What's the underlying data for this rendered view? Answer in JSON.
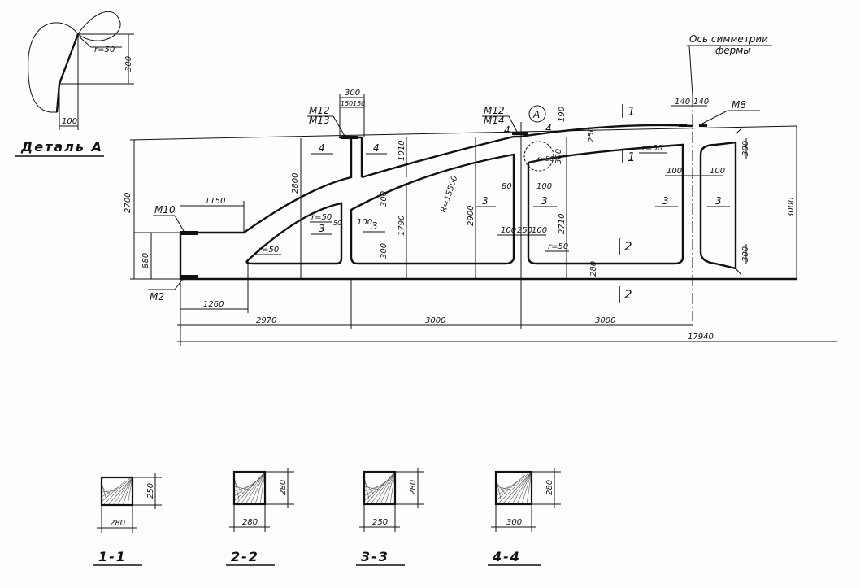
{
  "detail_a": {
    "title": "Деталь А",
    "radius": "r=50",
    "dim_height": "300",
    "dim_width": "100"
  },
  "symmetry_axis": {
    "line1": "Ось симметрии",
    "line2": "фермы"
  },
  "marks": {
    "m12_left": "М12",
    "m13": "М13",
    "m12_right": "М12",
    "m14": "М14",
    "m8": "М8",
    "m10": "М10",
    "m2": "М2",
    "node_a": "А"
  },
  "section_cuts": {
    "cut1_top": "1",
    "cut1_bottom": "1",
    "cut2_top": "2",
    "cut2_bottom": "2"
  },
  "element_numbers": {
    "n4_a": "4",
    "n4_b": "4",
    "n4_c": "4",
    "n4_d": "4",
    "n3_a": "3",
    "n3_b": "3",
    "n3_c": "3",
    "n3_d": "3",
    "n3_e": "3",
    "n3_f": "3"
  },
  "dimensions": {
    "d300_top": "300",
    "d150_a": "150",
    "d150_b": "150",
    "d140_a": "140",
    "d140_b": "140",
    "d190": "190",
    "d250": "250",
    "d2700": "2700",
    "d880": "880",
    "d1150": "1150",
    "d2800": "2800",
    "d1010": "1010",
    "d1790": "1790",
    "d2900": "2900",
    "d2710": "2710",
    "d3000_right": "3000",
    "d300_r1": "300",
    "d300_r2": "300",
    "d100_r1": "100",
    "d100_r2": "100",
    "d100_a": "100",
    "d100_b": "100",
    "d100_c": "100",
    "d100_d": "100",
    "d80": "80",
    "d300_i1": "300",
    "d300_i2": "300",
    "d300_i3": "300",
    "d50": "50",
    "d250b": "250",
    "d280": "280",
    "radius_r15500": "R=15500",
    "r50_a": "r=50",
    "r50_b": "r=50",
    "r50_c": "r=50",
    "r50_d": "r=50",
    "r50_e": "r=50",
    "d1260": "1260",
    "d2970": "2970",
    "d3000_a": "3000",
    "d3000_b": "3000",
    "d17940": "17940"
  },
  "sections": [
    {
      "title": "1-1",
      "height": "250",
      "width": "280"
    },
    {
      "title": "2-2",
      "height": "280",
      "width": "280"
    },
    {
      "title": "3-3",
      "height": "280",
      "width": "250"
    },
    {
      "title": "4-4",
      "height": "280",
      "width": "300"
    }
  ]
}
